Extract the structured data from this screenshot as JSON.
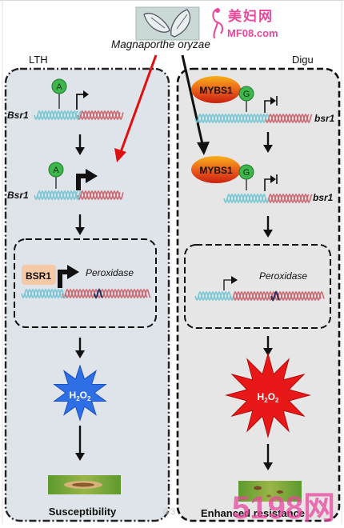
{
  "pathogen": {
    "label": "Magnaporthe oryzae"
  },
  "watermarks": {
    "site_name": "美妇网",
    "site_url": "MF08.com",
    "footer_brand": "5198网",
    "page_marker": "0/3"
  },
  "left_panel": {
    "title": "LTH",
    "allele_label": "A",
    "gene_label": "Bsr1",
    "protein_label": "BSR1",
    "target_label": "Peroxidase",
    "ros_label": "H2O2",
    "ros_sub": "2",
    "outcome": "Susceptibility"
  },
  "right_panel": {
    "title": "Digu",
    "allele_label": "G",
    "tf_label": "MYBS1",
    "gene_label": "bsr1",
    "target_label": "Peroxidase",
    "ros_label": "H2O2",
    "ros_sub": "2",
    "outcome": "Enhanced resistance"
  },
  "colors": {
    "panel_left_bg": "#dfe3ea",
    "panel_right_bg": "#e6e6e6",
    "promoter_wave": "#79c7d3",
    "gene_wave": "#c96a72",
    "allele_circle": "#3fb54d",
    "myb_fill": "#e8521c",
    "bsr1_box": "#f6c9a6",
    "ros_blue": "#2f6fe6",
    "ros_red": "#e81818",
    "red_arrow": "#e01010"
  }
}
